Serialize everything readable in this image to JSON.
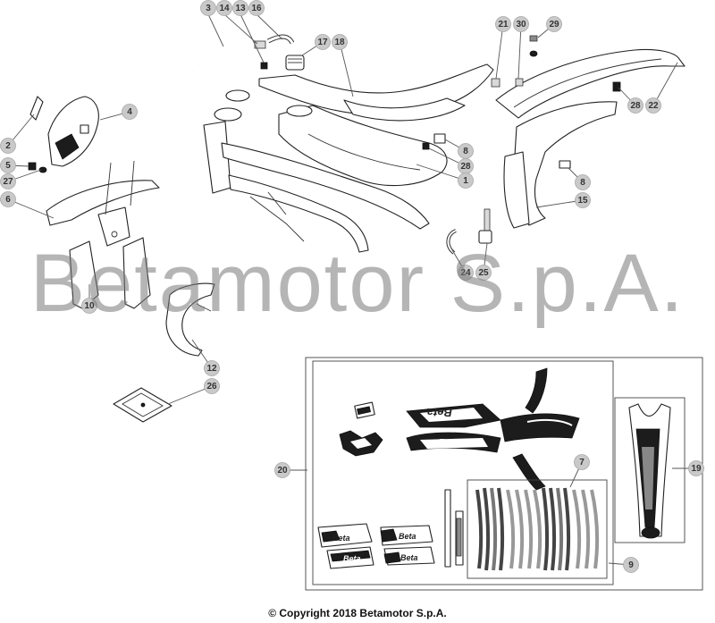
{
  "watermark": "Betamotor S.p.A.",
  "copyright": "© Copyright 2018 Betamotor S.p.A.",
  "decal_brand": "Beta",
  "callouts": [
    {
      "label": "3"
    },
    {
      "label": "14"
    },
    {
      "label": "13"
    },
    {
      "label": "16"
    },
    {
      "label": "17"
    },
    {
      "label": "18"
    },
    {
      "label": "21"
    },
    {
      "label": "30"
    },
    {
      "label": "29"
    },
    {
      "label": "4"
    },
    {
      "label": "2"
    },
    {
      "label": "5"
    },
    {
      "label": "27"
    },
    {
      "label": "6"
    },
    {
      "label": "28"
    },
    {
      "label": "22"
    },
    {
      "label": "8"
    },
    {
      "label": "28"
    },
    {
      "label": "1"
    },
    {
      "label": "8"
    },
    {
      "label": "15"
    },
    {
      "label": "24"
    },
    {
      "label": "25"
    },
    {
      "label": "10"
    },
    {
      "label": "12"
    },
    {
      "label": "26"
    },
    {
      "label": "20"
    },
    {
      "label": "7"
    },
    {
      "label": "19"
    },
    {
      "label": "9"
    }
  ],
  "colors": {
    "callout_fill": "#c9c9c9",
    "line": "#222222",
    "watermark": "#8a8a8a"
  }
}
